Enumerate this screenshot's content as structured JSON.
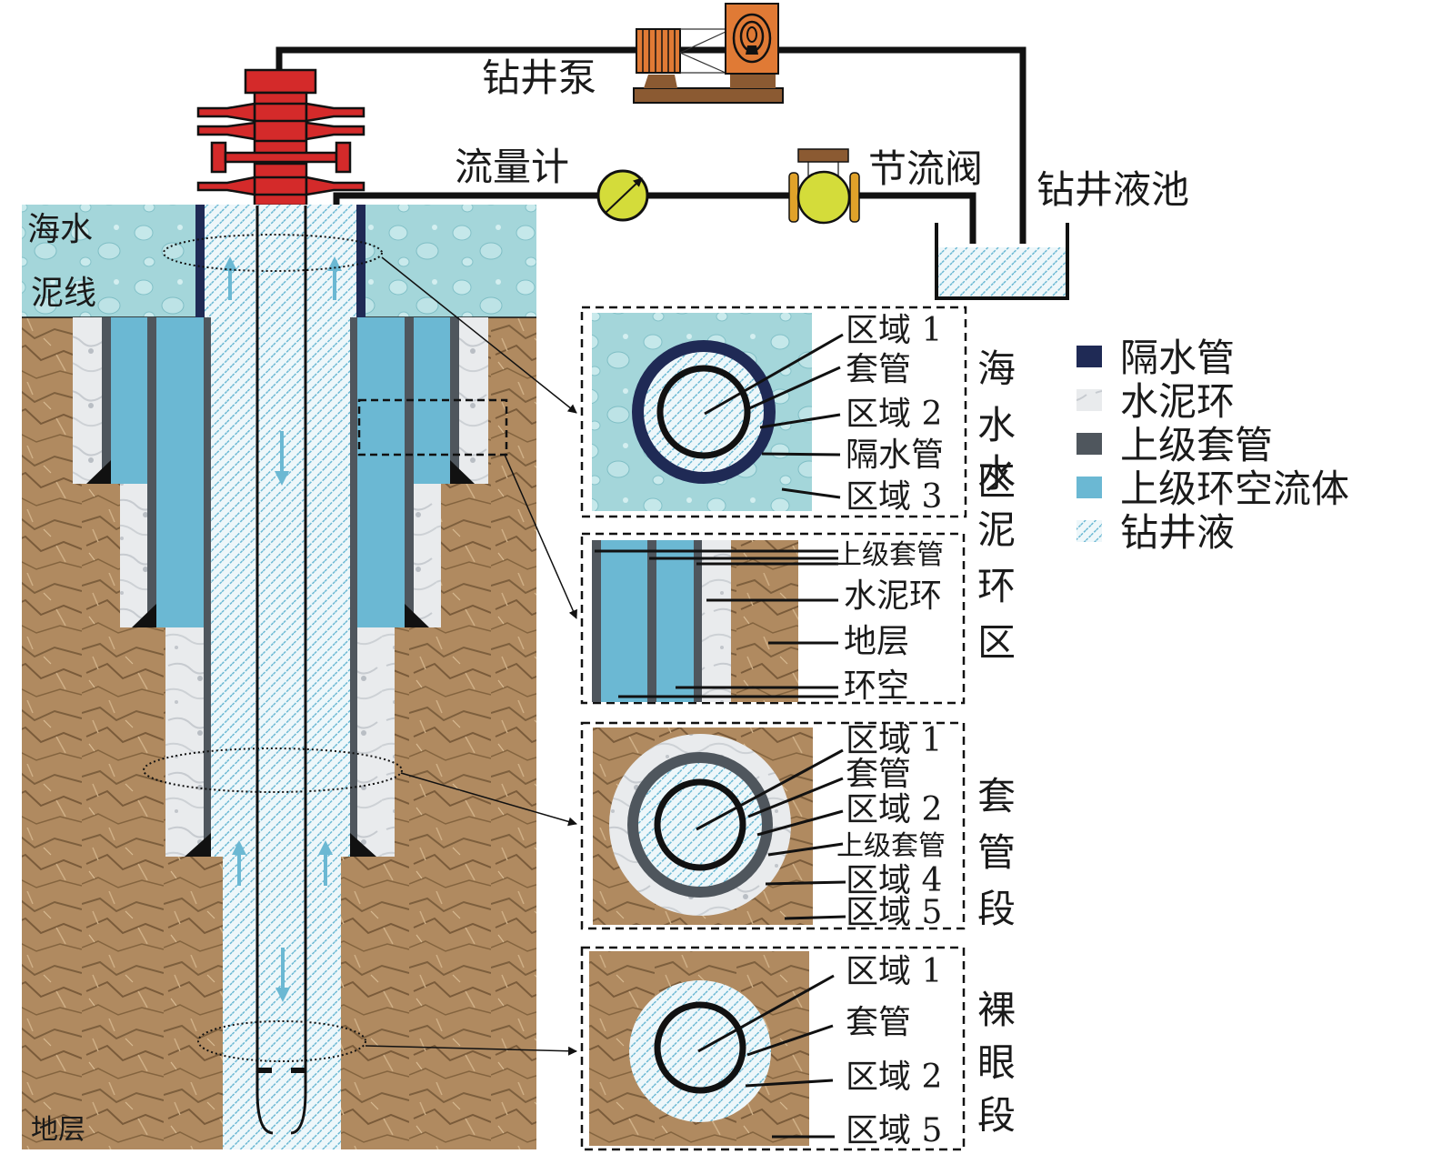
{
  "surface": {
    "pump_label": "钻井泵",
    "flowmeter_label": "流量计",
    "choke_label": "节流阀",
    "pit_label": "钻井液池"
  },
  "well": {
    "seawater_label": "海水",
    "mudline_label": "泥线",
    "formation_label": "地层"
  },
  "sections": [
    {
      "id": "seawater",
      "title": "海水区",
      "labels": [
        "区域 1",
        "套管",
        "区域 2",
        "隔水管",
        "区域 3"
      ]
    },
    {
      "id": "cement-detail",
      "title": "水泥环区",
      "labels": [
        "上级套管",
        "水泥环",
        "地层",
        "环空"
      ]
    },
    {
      "id": "cased",
      "title": "套管段",
      "labels": [
        "区域 1",
        "套管",
        "区域 2",
        "上级套管",
        "区域 4",
        "区域 5"
      ]
    },
    {
      "id": "openhole",
      "title": "裸眼段",
      "labels": [
        "区域 1",
        "套管",
        "区域 2",
        "区域 5"
      ]
    }
  ],
  "legend": [
    {
      "label": "隔水管",
      "color": "#1f2a55",
      "kind": "solid"
    },
    {
      "label": "水泥环",
      "color": "#e6e8ea",
      "kind": "cement"
    },
    {
      "label": "上级套管",
      "color": "#4f565d",
      "kind": "solid"
    },
    {
      "label": "上级环空流体",
      "color": "#6bb8d3",
      "kind": "solid"
    },
    {
      "label": "钻井液",
      "color": "#6bb8d3",
      "kind": "hatch"
    }
  ],
  "colors": {
    "riser": "#1f2a55",
    "upper_casing": "#4f565d",
    "annulus_fluid": "#6bb8d3",
    "seawater": "#9fd3d8",
    "formation": "#b18b62",
    "cement": "#e8eaec",
    "bop": "#d42a2a",
    "pump": "#e07a35",
    "gauge": "#d4dc3a",
    "valve_flange": "#e0a22a",
    "arrow": "#6bb8d3"
  }
}
